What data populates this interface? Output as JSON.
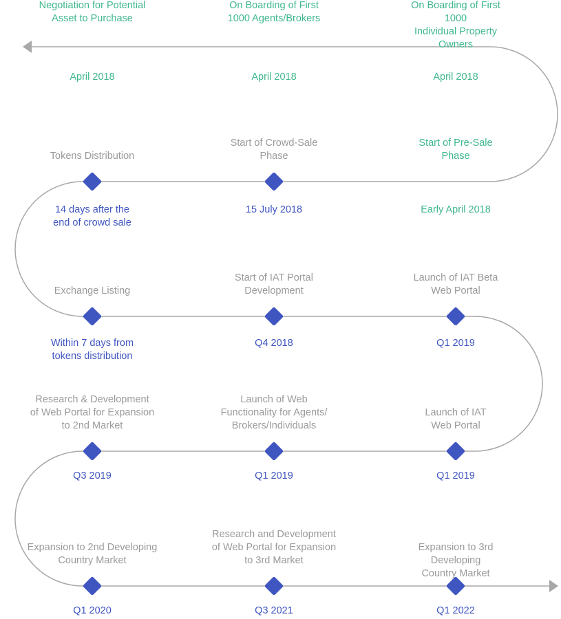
{
  "colors": {
    "road": "#a8a8a8",
    "milestone": "#3f55c0",
    "done": "#3fb88c",
    "pending_title": "#9a9a9a",
    "pending_date": "#3f55c0"
  },
  "rows": [
    {
      "items": [
        {
          "title": "Negotiation for Potential\nAsset to Purchase",
          "date": "April 2018",
          "status": "done"
        },
        {
          "title": "On Boarding of First\n1000 Agents/Brokers",
          "date": "April 2018",
          "status": "done"
        },
        {
          "title": "On Boarding of First 1000\nIndividual Property Owners",
          "date": "April 2018",
          "status": "done"
        }
      ]
    },
    {
      "items": [
        {
          "title": "Tokens Distribution",
          "date": "14 days after the\nend of crowd sale",
          "status": "pending"
        },
        {
          "title": "Start of Crowd-Sale\nPhase",
          "date": "15 July 2018",
          "status": "pending"
        },
        {
          "title": "Start of Pre-Sale\nPhase",
          "date": "Early April 2018",
          "status": "done"
        }
      ]
    },
    {
      "items": [
        {
          "title": "Exchange Listing",
          "date": "Within 7 days from\ntokens distribution",
          "status": "pending"
        },
        {
          "title": "Start of IAT Portal\nDevelopment",
          "date": "Q4 2018",
          "status": "pending"
        },
        {
          "title": "Launch of IAT Beta\nWeb Portal",
          "date": "Q1 2019",
          "status": "pending"
        }
      ]
    },
    {
      "items": [
        {
          "title": "Research & Development\nof Web Portal for Expansion\nto 2nd Market",
          "date": "Q3 2019",
          "status": "pending"
        },
        {
          "title": "Launch of Web\nFunctionality for Agents/\nBrokers/Individuals",
          "date": "Q1 2019",
          "status": "pending"
        },
        {
          "title": "Launch of IAT\nWeb Portal",
          "date": "Q1 2019",
          "status": "pending"
        }
      ]
    },
    {
      "items": [
        {
          "title": "Expansion to 2nd Developing\nCountry Market",
          "date": "Q1 2020",
          "status": "pending"
        },
        {
          "title": "Research and Development\nof Web Portal for Expansion\nto 3rd Market",
          "date": "Q3 2021",
          "status": "pending"
        },
        {
          "title": "Expansion to 3rd Developing\nCountry Market",
          "date": "Q1 2022",
          "status": "pending"
        }
      ]
    }
  ]
}
